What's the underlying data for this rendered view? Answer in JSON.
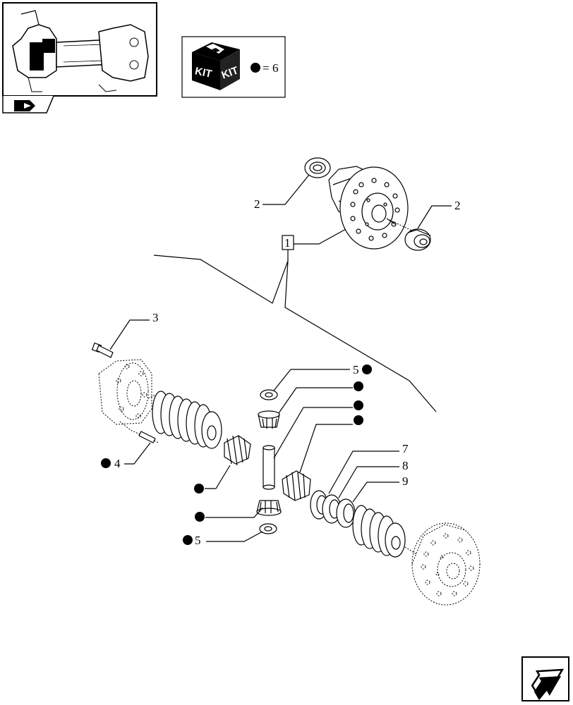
{
  "thumbnail": {
    "icon": "axle-assembly-icon",
    "nav_icon": "page-turn-icon"
  },
  "kit_legend": {
    "kit_label_1": "KIT",
    "kit_label_2": "KIT",
    "equals": "=",
    "kit_number": "6"
  },
  "callouts": {
    "c1": "1",
    "c2a": "2",
    "c2b": "2",
    "c3": "3",
    "c4": "4",
    "c5a": "5",
    "c5b": "5",
    "c7": "7",
    "c8": "8",
    "c9": "9"
  },
  "nav_button": {
    "icon": "next-page-arrow-icon"
  }
}
